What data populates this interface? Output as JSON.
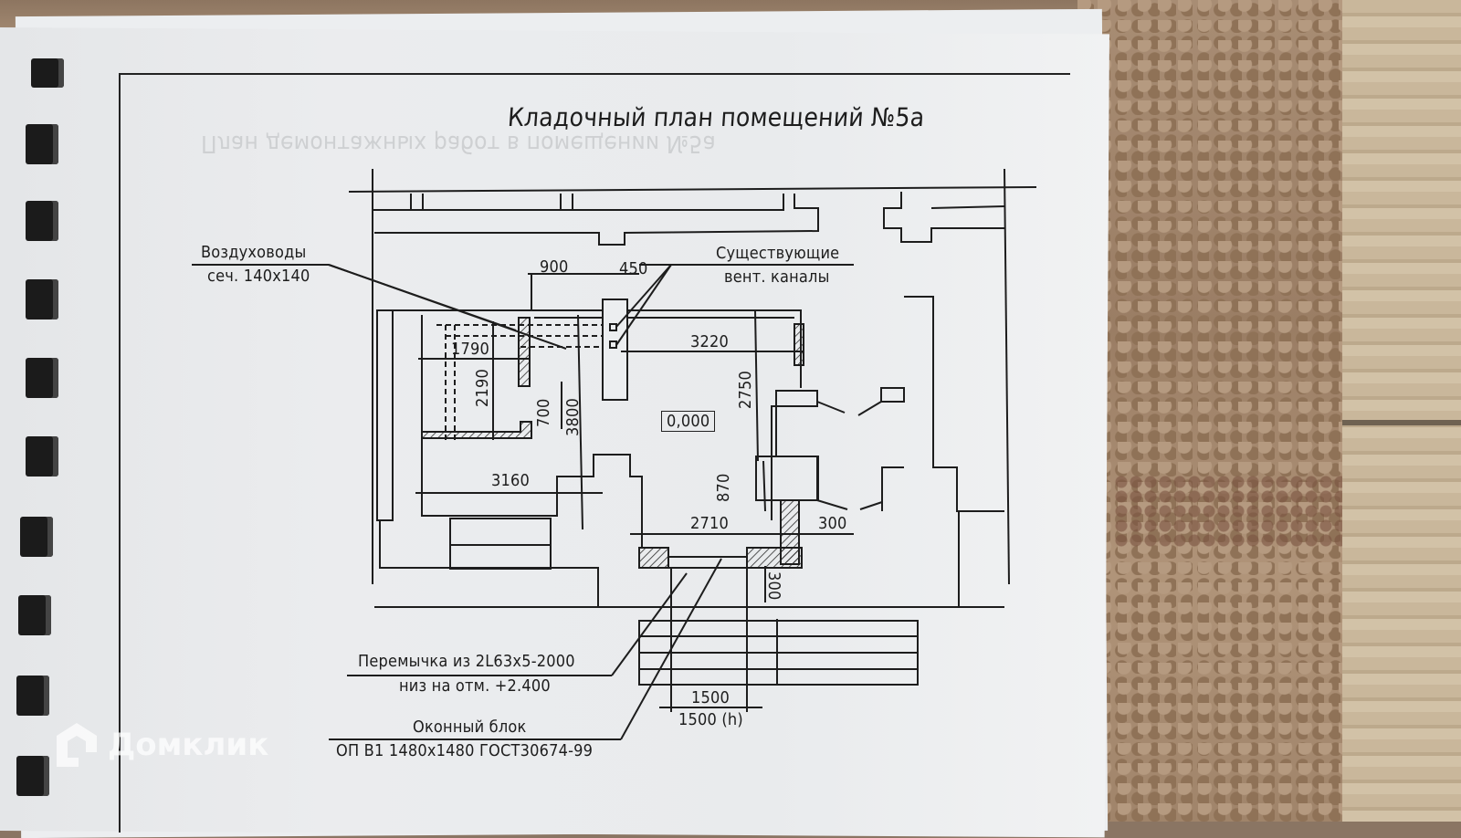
{
  "document": {
    "title": "Кладочный план помещений №5а",
    "ghost_text": "План демонтажных работ в помещении №5а",
    "floor_elevation": "0,000"
  },
  "callouts": {
    "air_ducts": {
      "line1": "Воздуховоды",
      "line2": "сеч. 140x140"
    },
    "vent_channels": {
      "line1": "Существующие",
      "line2": "вент. каналы"
    },
    "lintel": {
      "line1": "Перемычка из  2L63x5-2000",
      "line2": "низ на отм. +2.400"
    },
    "window_block": {
      "line1": "Оконный блок",
      "line2": "ОП В1 1480x1480 ГОСТ30674-99"
    }
  },
  "dimensions": {
    "d900": "900",
    "d450": "450",
    "d1790": "1790",
    "d3220": "3220",
    "d2190": "2190",
    "d700": "700",
    "d3800": "3800",
    "d2750": "2750",
    "d3160": "3160",
    "d870": "870",
    "d2710": "2710",
    "d300_right": "300",
    "d300_vertical": "300",
    "d1500": "1500",
    "d1500h": "1500 (h)"
  },
  "watermark": {
    "brand": "Домклик"
  },
  "colors": {
    "ink": "#1d1d1d",
    "paper": "#e9ebed",
    "carpet": "#a88d74",
    "floor": "#c9b79b"
  }
}
